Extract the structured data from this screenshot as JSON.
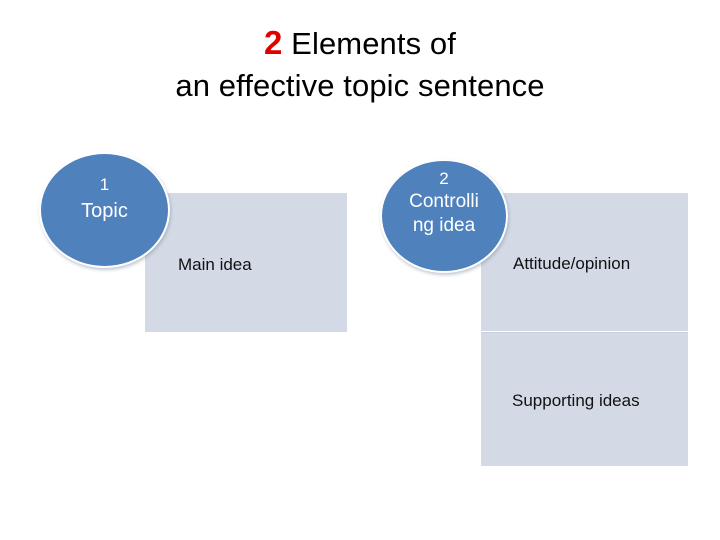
{
  "slide": {
    "background_color": "#ffffff",
    "title": {
      "accent_number": "2",
      "accent_color": "#e00000",
      "line1_rest": " Elements of",
      "line2": "an effective topic sentence"
    },
    "circles": [
      {
        "name": "topic",
        "number": "1",
        "label": "Topic",
        "fill_color": "#4f81bd",
        "text_color": "#ffffff"
      },
      {
        "name": "controlling-idea",
        "number": "2",
        "label_line1": "Controlli",
        "label_line2": "ng idea",
        "fill_color": "#4f81bd",
        "text_color": "#ffffff"
      }
    ],
    "panels": [
      {
        "name": "main-idea",
        "label": "Main idea",
        "fill_color": "#d3dae6"
      },
      {
        "name": "attitude-opinion",
        "label": "Attitude/opinion",
        "fill_color": "#d3dae6"
      },
      {
        "name": "supporting-ideas",
        "label": "Supporting ideas",
        "fill_color": "#d3dae6"
      }
    ]
  }
}
